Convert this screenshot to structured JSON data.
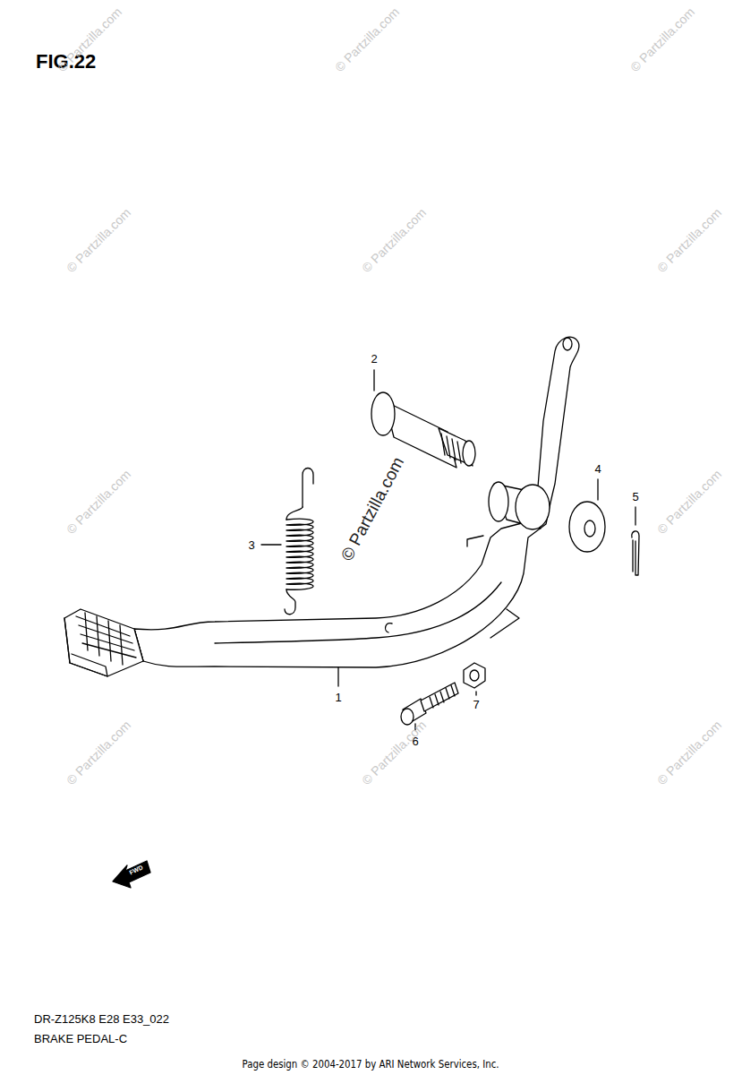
{
  "diagram": {
    "title": "FIG.22",
    "labels": [
      "1",
      "2",
      "3",
      "4",
      "5",
      "6",
      "7",
      "FWD",
      "DR-Z125K8 E28 E33_022",
      "BRAKE PEDAL-C",
      "Page design © 2004-2017 by ARI Network Services, Inc.",
      "© Partzilla.com",
      "© Partzilla.com",
      "© Partzilla.com",
      "© Partzilla.com",
      "© Partzilla.com",
      "© Partzilla.com",
      "© Partzilla.com",
      "© Partzilla.com",
      "© Partzilla.com",
      "© Partzilla.com",
      "© Partzilla.com",
      "© Partzilla.com"
    ]
  }
}
